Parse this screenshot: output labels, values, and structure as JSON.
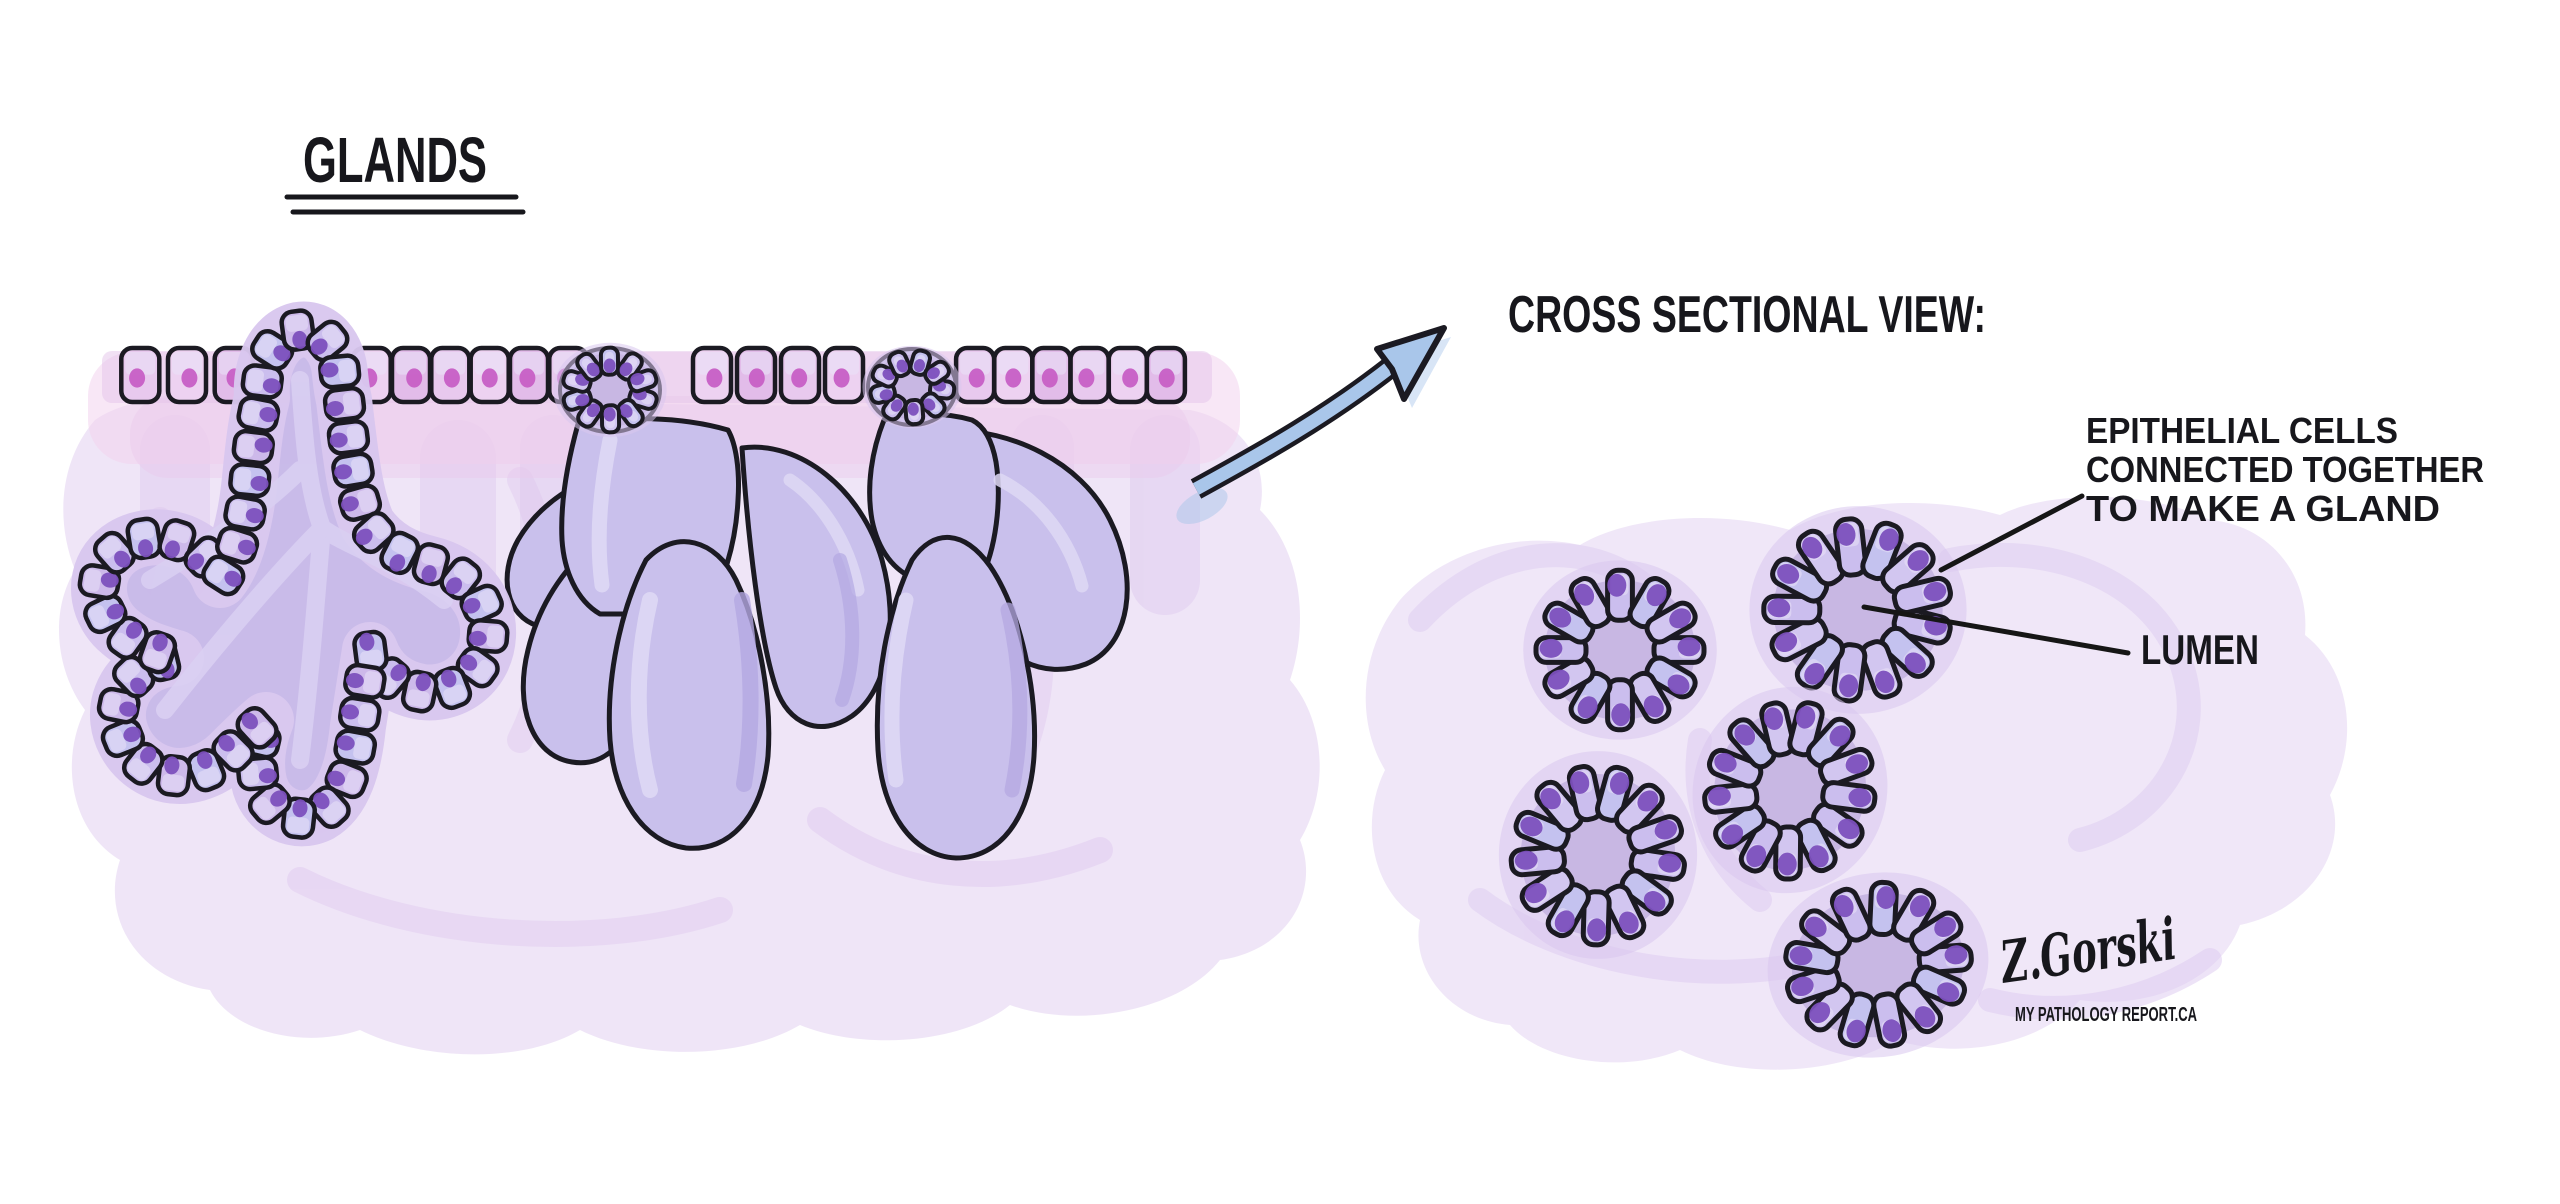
{
  "title": "GLANDS",
  "heading_cross_section": "CROSS SECTIONAL VIEW:",
  "labels": {
    "epithelial_lines": [
      "EPITHELIAL CELLS",
      "CONNECTED TOGETHER",
      "TO MAKE A GLAND"
    ],
    "lumen": "LUMEN"
  },
  "signature": {
    "artist": "Z.Gorski",
    "website": "MY PATHOLOGY REPORT.CA"
  },
  "colors": {
    "outline": "#1b1a22",
    "label_line": "#161616",
    "epithelial_cell_fill": "#e8c9ee",
    "epithelial_cell_alt": "#e2bce9",
    "epithelial_nucleus": "#c75fc5",
    "gland_cell_fill": "#cbbeee",
    "gland_cell_alt": "#c4c2ef",
    "gland_cell_highlight": "#e9e2f8",
    "gland_nucleus": "#7c50bd",
    "gland_body_fill": "#c9c0ec",
    "gland_body_shadow": "#b4a8e2",
    "gland_body_highlight": "#ded8f5",
    "lumen_fill": "#c8b7e3",
    "ring_halo": "#d8c6ef",
    "watercolor_light": "#ece1f6",
    "watercolor_squiggle": "#dfcdf1",
    "watercolor_pink": "#f2d4ef",
    "arrow_blue": "#a9c6ea",
    "signature_blue": "#3b54a8"
  }
}
